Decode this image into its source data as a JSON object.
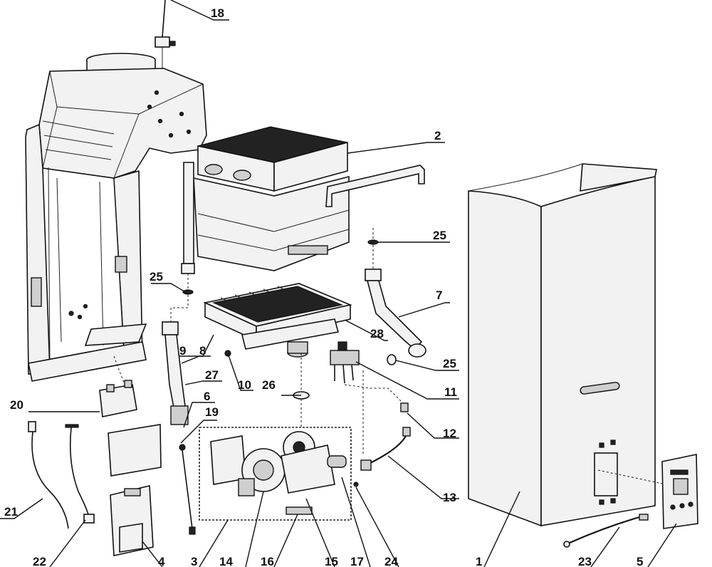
{
  "labels": {
    "p1": "1",
    "p2": "2",
    "p3": "3",
    "p4": "4",
    "p5": "5",
    "p6": "6",
    "p7": "7",
    "p8": "8",
    "p9": "9",
    "p10": "10",
    "p11": "11",
    "p12": "12",
    "p13": "13",
    "p14": "14",
    "p15": "15",
    "p16": "16",
    "p17": "17",
    "p18": "18",
    "p19": "19",
    "p20": "20",
    "p21": "21",
    "p22": "22",
    "p23": "23",
    "p24": "24",
    "p25a": "25",
    "p25b": "25",
    "p25c": "25",
    "p26": "26",
    "p27": "27",
    "p28": "28"
  }
}
